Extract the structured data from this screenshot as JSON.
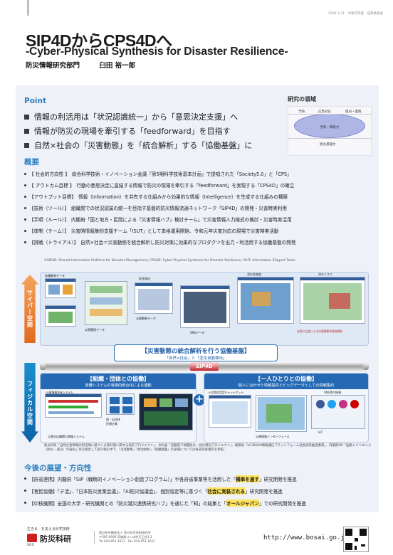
{
  "header": {
    "meta": "2020.2.21　令和元年度　成果発表会",
    "title": "SIP4DからCPS4Dへ",
    "subtitle": "-Cyber-Physical Synthesis for Disaster Resilience-",
    "department": "防災情報研究部門",
    "author": "臼田 裕一郎"
  },
  "point": {
    "heading": "Point",
    "items": [
      "情報の利活用は「状況認識統一」から「意思決定支援」へ",
      "情報が防災の現場を牽引する「feedforward」を目指す",
      "自然×社会の「災害動態」を「統合解析」する「協働基盤」に"
    ]
  },
  "domain": {
    "title": "研究の領域",
    "labels": [
      "予防",
      "応急対応",
      "復旧・復興",
      "予測・情報力",
      "防災基礎力"
    ]
  },
  "overview": {
    "heading": "概要",
    "items": [
      {
        "tag": "【 社会的方向性 】",
        "text": "総合科学技術・イノベーション会議「第5期科学技術基本計画」で提唱された「Society5.0」と「CPS」"
      },
      {
        "tag": "【 アウトカム目標 】",
        "text": "行動の意思決定に直結する情報で防災の現場を牽引する「feedforward」を実現する「CPS4D」の確立"
      },
      {
        "tag": "【アウトプット目標】",
        "text": "情報（Information）を共有する仕組みから効果的な情報（Intelligence）を生成する仕組みの構築"
      },
      {
        "tag": "【技術（ツール）】",
        "text": "組織間での状況認識の統一を目指す基盤的防災情報流通ネットワーク「SIP4D」の開発・災害時実利用"
      },
      {
        "tag": "【手順（ルール）】",
        "text": "内閣府「国と地方・民間による『災害情報ハブ』検討チーム」で災害情報入力様式の検討・災害時実活用"
      },
      {
        "tag": "【体制（チーム）】",
        "text": "災害時情報集約支援チーム「ISUT」として本格運用開始、令和元年災害対応の現場で災害時実活動"
      },
      {
        "tag": "【挑戦（トライアル）】",
        "text": "自然×社会＝災害動態を統合解析し防災対策に効果的なプロダクツを出力・利活用する協働基盤の開発"
      }
    ],
    "note": "※SIP4D: Shared Information Platform for Disaster Management, CPS4D: Cyber-Physical Synthesis for Disaster Resilience, ISUT: Information SUpport Team"
  },
  "figure": {
    "cyber_label": "サイバー空間",
    "physical_label": "フィジカル空間",
    "integration_title": "【災害動態の統合解析を行う協働基盤】",
    "integration_sub": "「自然×社会」と「変化自動検出」",
    "pipe_logo": "SIP4D",
    "caps": [
      "各種観測データ",
      "災害関連データ",
      "変化検出",
      "災害動態データ",
      "SNSデータ",
      "浸水危険度",
      "洪水リスク",
      "自然と社会による災害動態の統合解析"
    ],
    "org_title": "【組織・団体との協働】",
    "org_sub": "各種システムの有機的統合化による連動",
    "org_caps": [
      "災害情報共有システム",
      "国・自治体",
      "民間企業",
      "災害対応機関の情報システム"
    ],
    "person_title": "【一人ひとりとの協働】",
    "person_sub": "個人に合わせた情報提供とビッグデータとしての情報集約",
    "person_caps": [
      "AI活用対話型チャットボット",
      "SNS等の情報",
      "IoT",
      "災害情報インターフェース"
    ],
    "note": "防災科研「自然災害情報の利活用に基づく災害対策に関する研究プロジェクト」、文科省「首都直下地震防災・減災特別プロジェクト」、総務省「IoT/BD/AI情報通信プラットフォーム社会実装推進事業」、内閣府SIP「国家レジリエンス（防災・減災）の強化」等を統合して取り組む中で、「災害動態」「統合解析」「協働基盤」の詳細については各研究者報告を参照。"
  },
  "future": {
    "heading": "今後の展望・方向性",
    "items": [
      {
        "pre": "【府省連携】内閣府「SIP（戦略的イノベーション創造プログラム）」や各府省事業等を活用した「",
        "hl": "横串を通す",
        "post": "」研究開発を推進"
      },
      {
        "pre": "【官民協働】「デ活」、「日本防災産業会議」、「AI防災協議会」、個別協定等に基づく「",
        "hl": "社会に実装される",
        "post": "」研究開発を推進"
      },
      {
        "pre": "【中核機関】全国の大学・研究機関との「防災減災連携研究ハブ」を通じた「知」の結集と「",
        "hl": "オールジャパン",
        "post": "」での研究開発を推進"
      }
    ]
  },
  "footer": {
    "slogan": "生きる、を支える科学技術",
    "org_name": "防災科研",
    "org_en": "NIED",
    "address_1": "国立研究開発法人 防災科学技術研究所",
    "address_2": "〒305-0006 茨城県つくば市天王台3-1",
    "address_3": "Tel 029-851-1611　Fax 029-851-1622",
    "url": "http://www.bosai.go.jp"
  }
}
